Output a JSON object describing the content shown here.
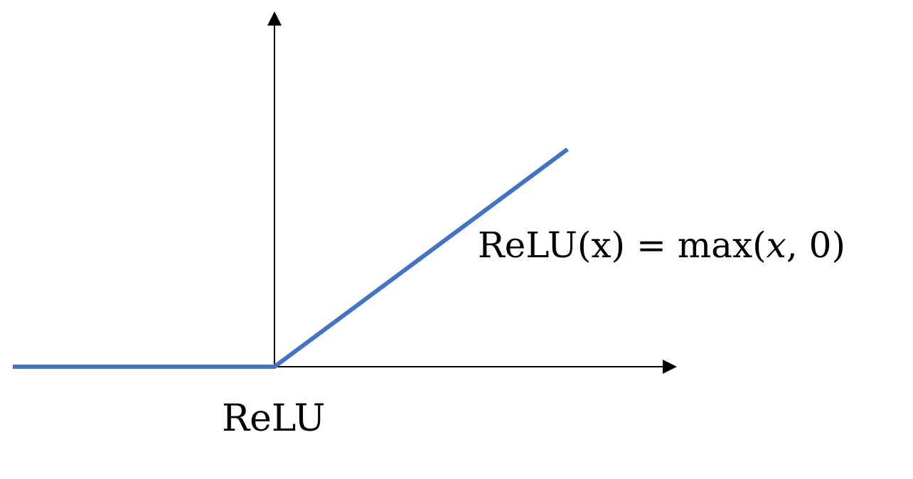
{
  "chart_data": {
    "type": "line",
    "title": "",
    "xlabel": "",
    "ylabel": "",
    "grid": false,
    "series": [
      {
        "x": [
          -1,
          0,
          1.12
        ],
        "y": [
          0,
          0,
          1.0
        ]
      }
    ],
    "xlim": [
      -1,
      1.5
    ],
    "ylim": [
      0,
      1.3
    ],
    "formula": {
      "prefix": "ReLU(x) =  max(",
      "var": "x",
      "suffix": ", 0)"
    },
    "caption": "ReLU",
    "line_color": "#4472C4",
    "axis_color": "#000000"
  }
}
